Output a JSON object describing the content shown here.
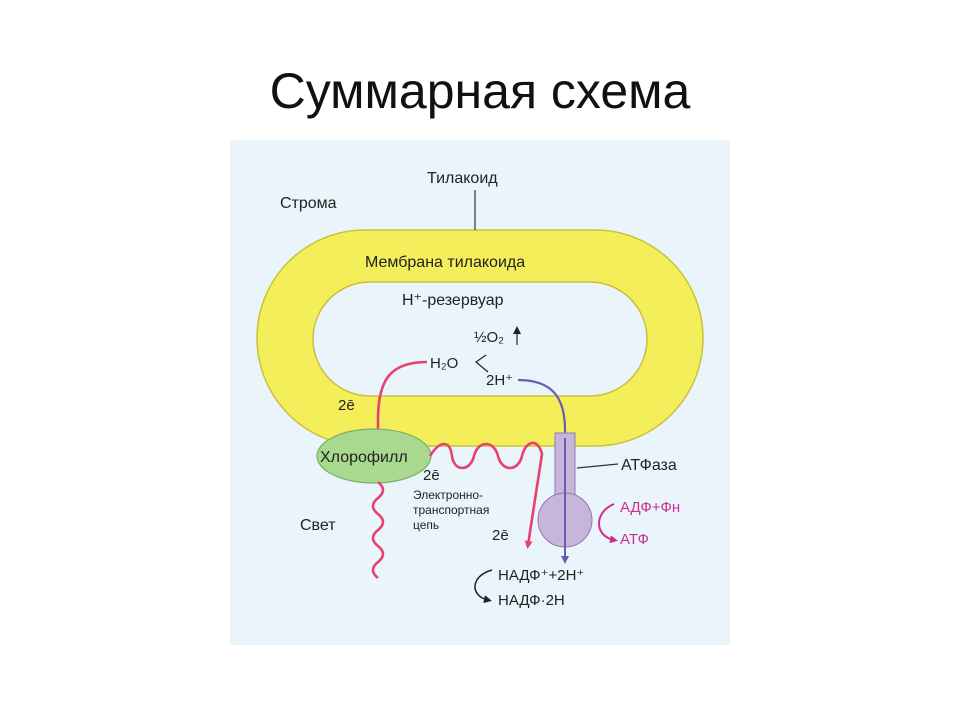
{
  "title": "Суммарная схема",
  "diagram": {
    "thylakoid": "Тилакоид",
    "stroma": "Строма",
    "membrane": "Мембрана тилакоида",
    "h_reservoir": "H⁺-резервуар",
    "half_o2": "½O₂",
    "h2o": "H₂O",
    "two_h_plus": "2H⁺",
    "electrons_upper": "2ē",
    "chlorophyll": "Хлорофилл",
    "electrons_mid": "2ē",
    "light": "Свет",
    "etc_line1": "Электронно-",
    "etc_line2": "транспортная",
    "etc_line3": "цепь",
    "atp_synthase": "АТФаза",
    "adp_pi": "АДФ+Фн",
    "atp": "АТФ",
    "electrons_lower": "2ē",
    "nadp_plus": "НАДФ⁺+2H⁺",
    "nadp_h": "НАДФ·2H",
    "colors": {
      "background": "#eaf4fb",
      "membrane": "#f4ee5a",
      "membrane_edge": "#c9c13a",
      "chlorophyll": "#a8d98e",
      "atpase": "#c7b6d9",
      "electron_path": "#e8416f",
      "proton_path": "#6c5bb0",
      "atp_text": "#cc2f8e"
    }
  }
}
